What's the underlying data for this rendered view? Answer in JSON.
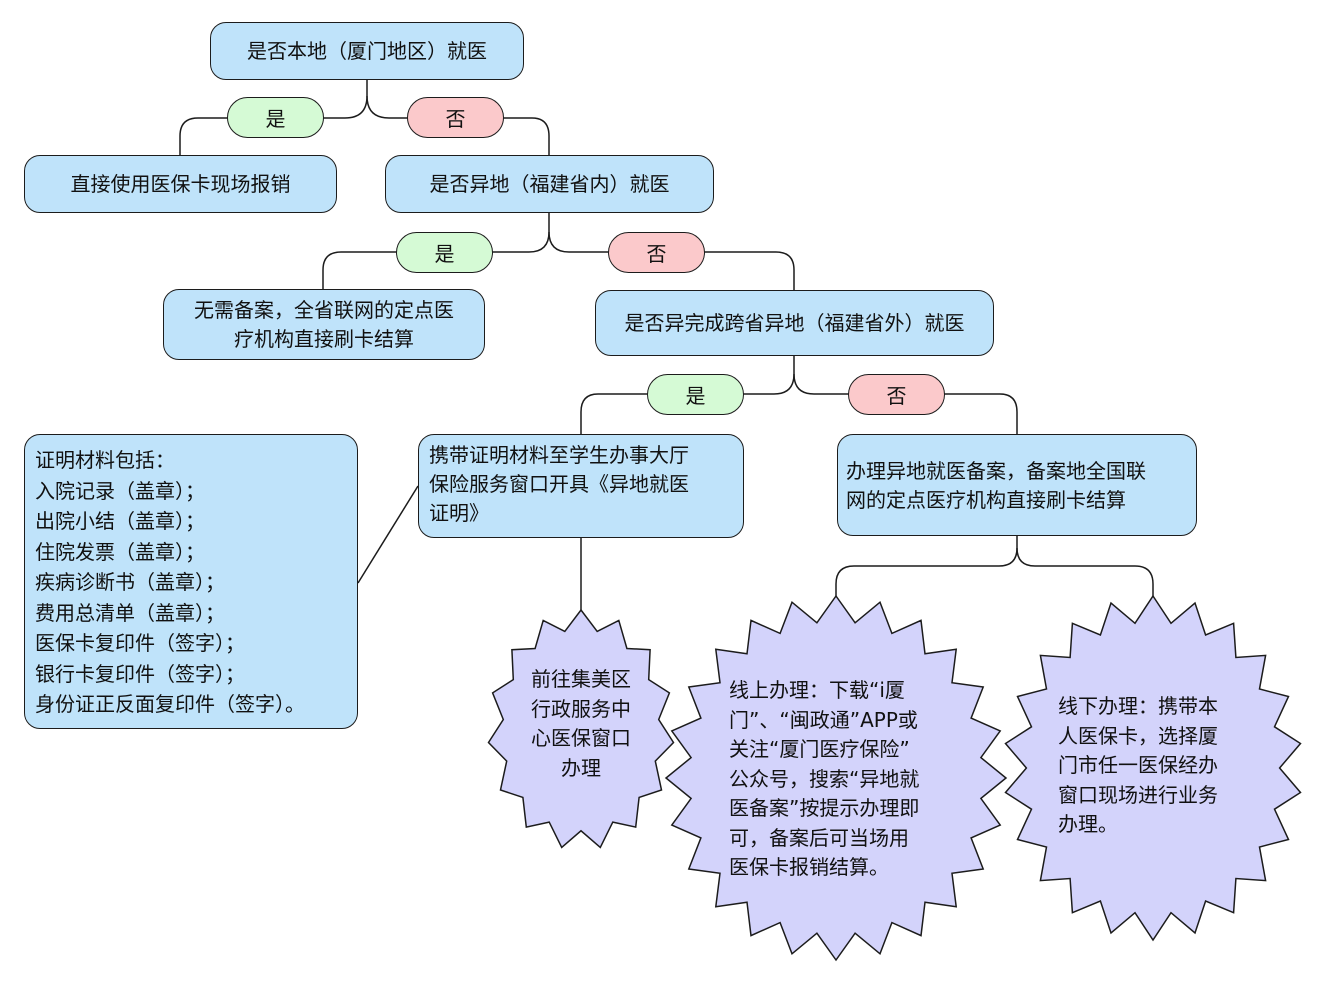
{
  "nodes": {
    "q_local": "是否本地（厦门地区）就医",
    "direct_card": "直接使用医保卡现场报销",
    "q_province": "是否异地（福建省内）就医",
    "no_filing_province": "无需备案，全省联网的定点医\n疗机构直接刷卡结算",
    "q_cross_province": "是否异完成跨省异地（福建省外）就医",
    "carry_materials": "携带证明材料至学生办事大厅\n保险服务窗口开具《异地就医\n证明》",
    "filing_national": "办理异地就医备案，备案地全国联\n网的定点医疗机构直接刷卡结算",
    "materials_list": "证明材料包括：\n入院记录（盖章）；\n出院小结（盖章）；\n住院发票（盖章）；\n疾病诊断书（盖章）；\n费用总清单（盖章）；\n医保卡复印件（签字）；\n银行卡复印件（签字）；\n身份证正反面复印件（签字）。",
    "jimei_center": "前往集美区\n行政服务中\n心医保窗口\n办理",
    "online": "线上办理：下载“i厦\n门”、“闽政通”APP或\n关注“厦门医疗保险”\n公众号，搜索“异地就\n医备案”按提示办理即\n可，备案后可当场用\n医保卡报销结算。",
    "offline": "线下办理：携带本\n人医保卡，选择厦\n门市任一医保经办\n窗口现场进行业务\n办理。"
  },
  "labels": {
    "yes": "是",
    "no": "否"
  },
  "colors": {
    "box_fill": "#bfe3fa",
    "yes_fill": "#d5fad5",
    "no_fill": "#fbc9cb",
    "burst_fill": "#d3d3fb",
    "stroke": "#1c1c1c"
  }
}
